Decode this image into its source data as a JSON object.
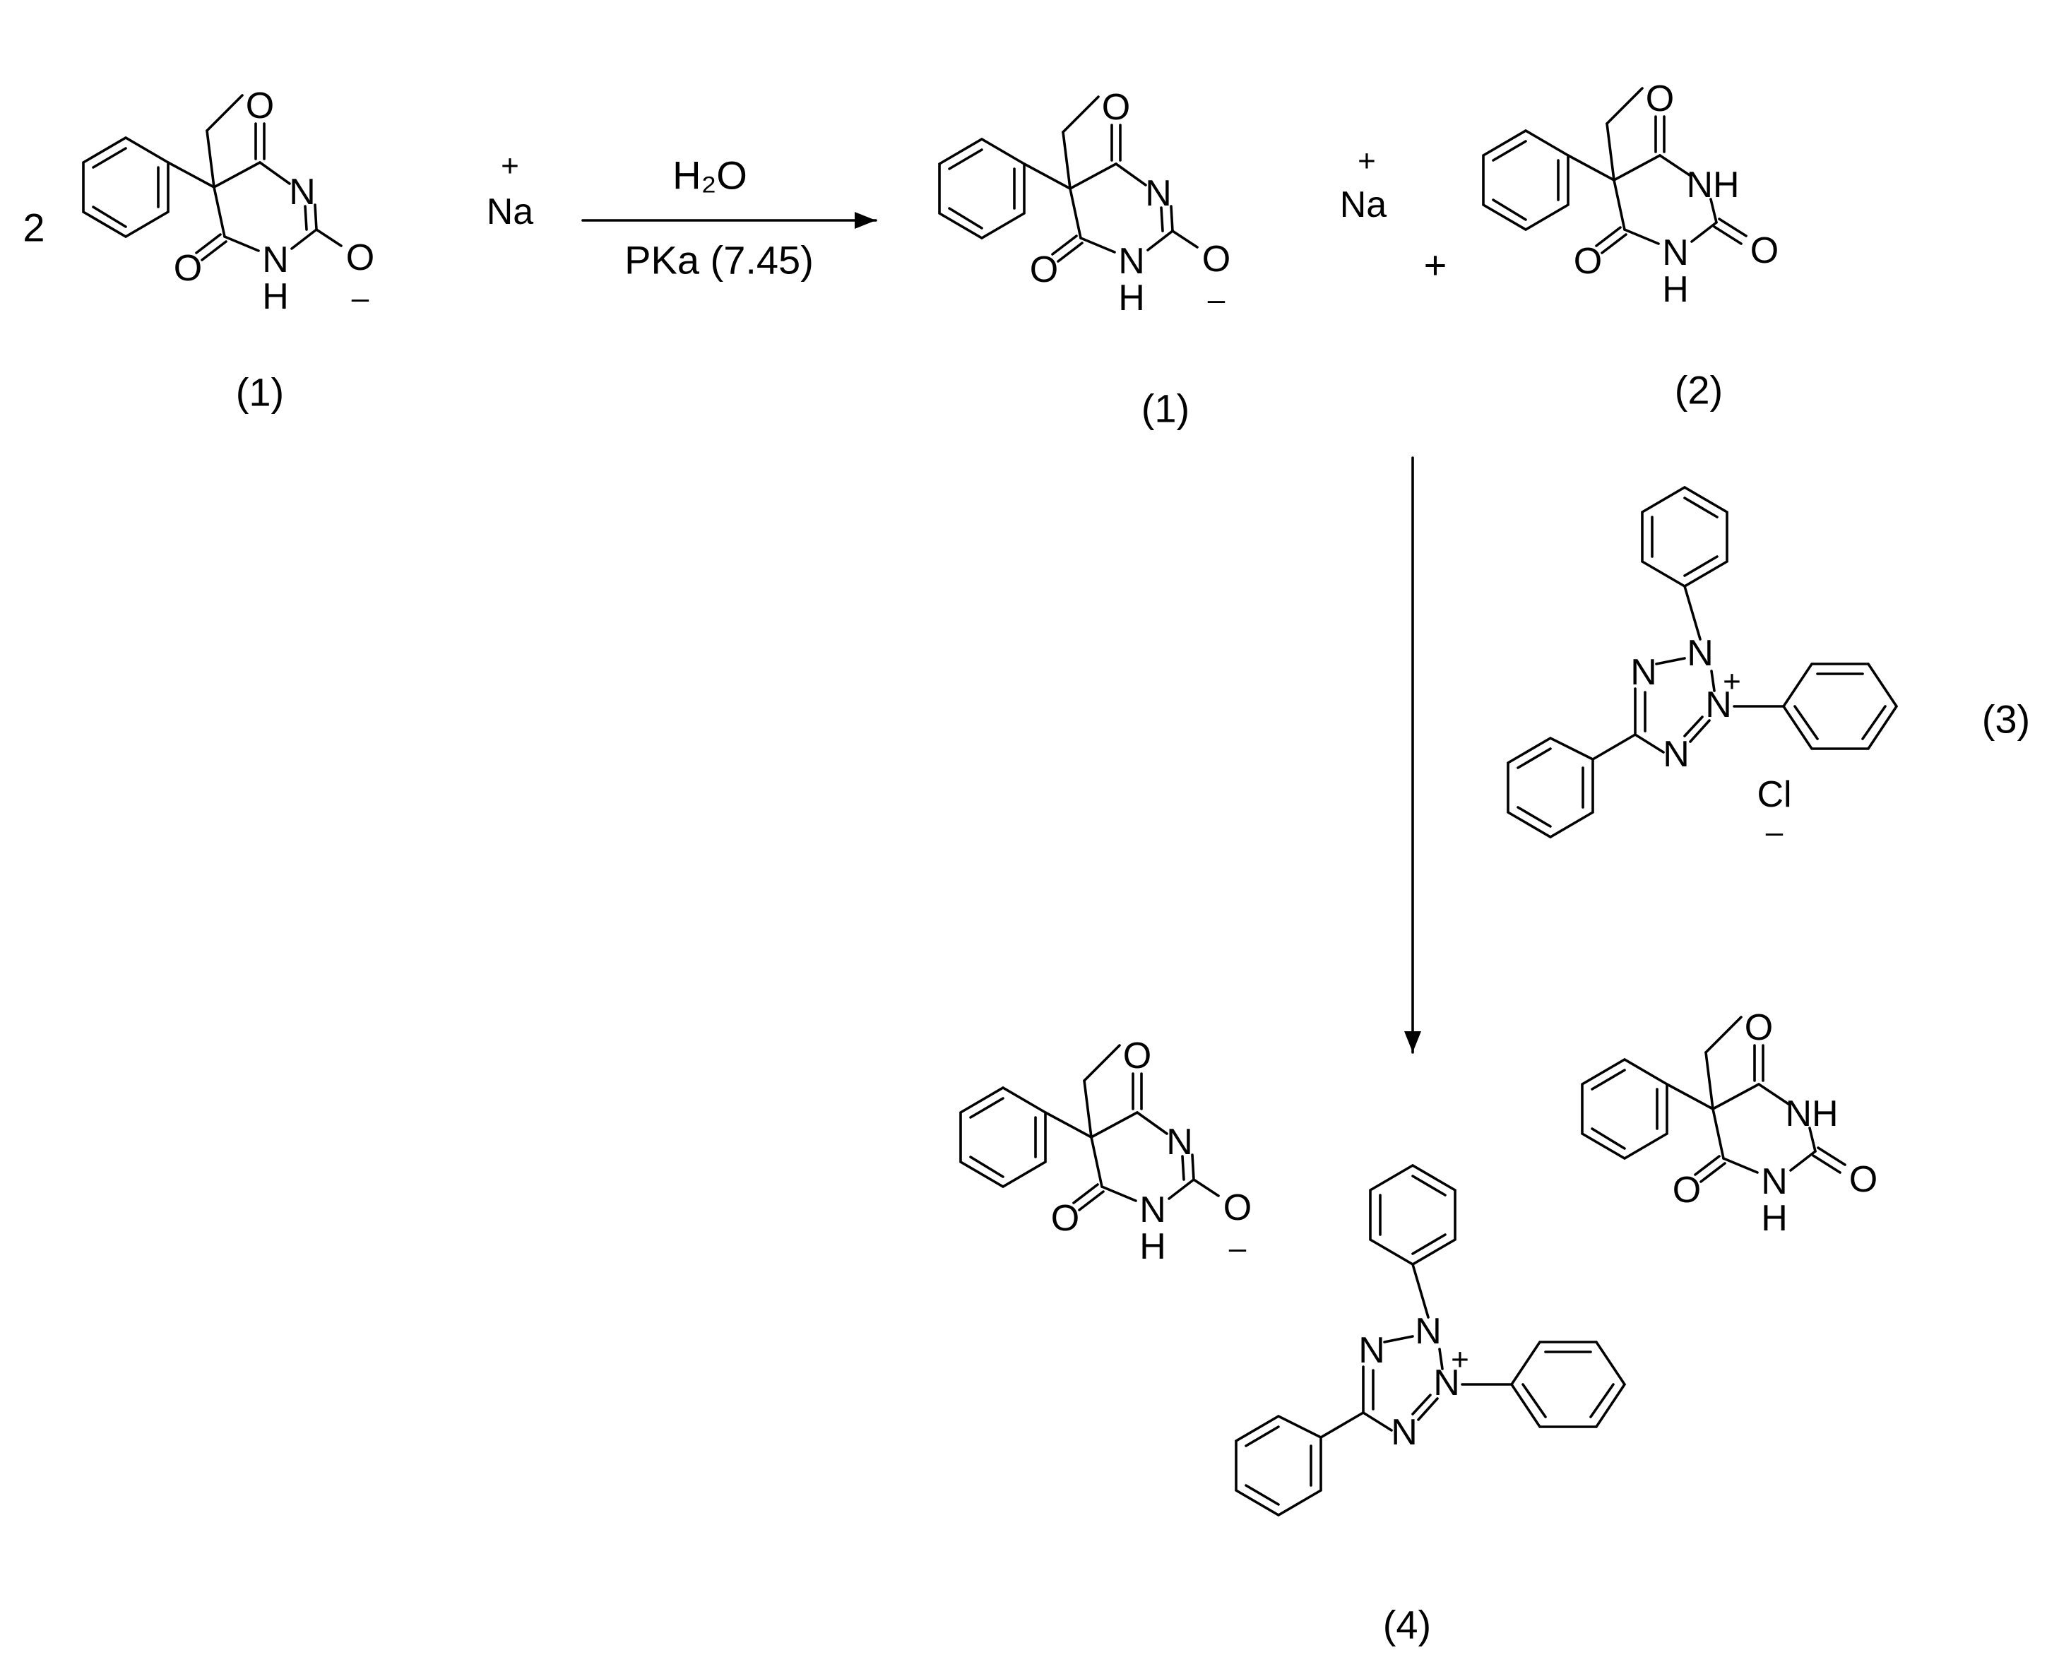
{
  "scheme": {
    "coefficient": "2",
    "plus": "+",
    "reagent_top": "H₂O",
    "reagent_bottom": "PKa (7.45)",
    "compound_labels": {
      "c1": "(1)",
      "c2": "(2)",
      "c3": "(3)",
      "c4": "(4)"
    }
  },
  "atoms": {
    "O": "O",
    "N": "N",
    "H": "H",
    "NH": "NH",
    "Na": "Na",
    "Cl": "Cl",
    "plus": "+",
    "minus": "–"
  }
}
